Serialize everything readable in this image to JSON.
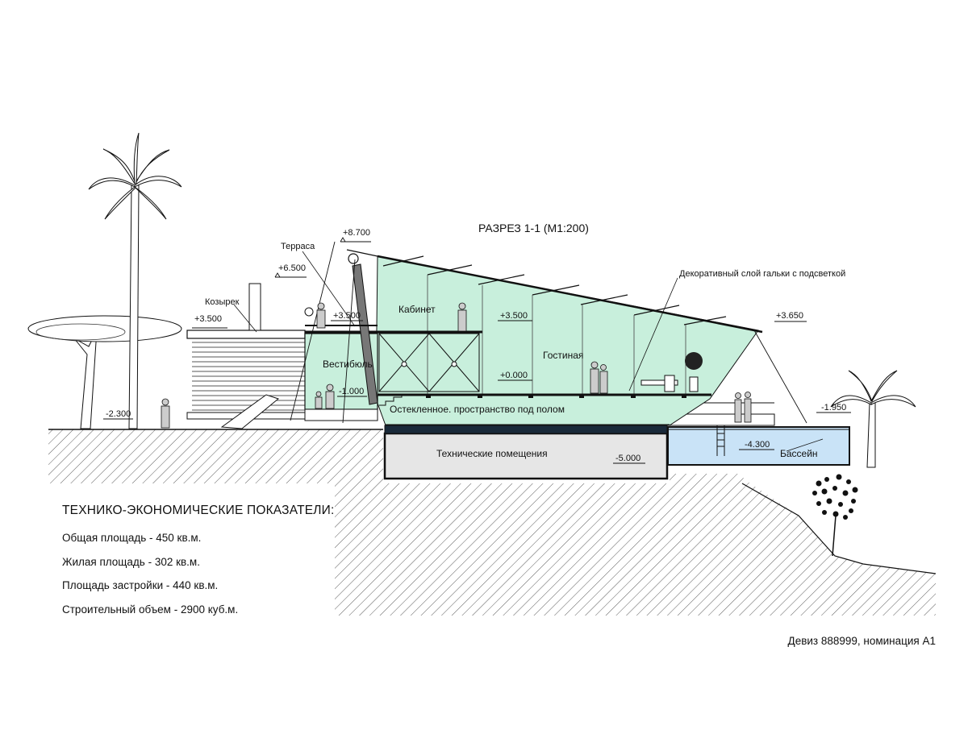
{
  "drawing": {
    "title": "РАЗРЕЗ 1-1 (М1:200)",
    "labels": {
      "terrace": "Терраса",
      "canopy": "Козырек",
      "office": "Кабинет",
      "vestibule": "Вестибюль",
      "living_room": "Гостиная",
      "glazed_space": "Остекленное. пространство под полом",
      "technical_rooms": "Технические помещения",
      "pool": "Бассейн",
      "pebble_layer": "Декоративный слой гальки с подсветкой"
    },
    "levels": {
      "top": "+8.700",
      "terrace": "+6.500",
      "canopy": "+3.500",
      "upper_floor_mid": "+3.500",
      "office_floor": "+3.500",
      "right_end": "+3.650",
      "zero": "+0.000",
      "vestibule_floor": "-1.000",
      "ground_left": "-2.300",
      "ground_right": "-1.950",
      "pool_bottom": "-4.300",
      "basement": "-5.000"
    }
  },
  "indicators": {
    "heading": "ТЕХНИКО-ЭКОНОМИЧЕСКИЕ ПОКАЗАТЕЛИ:",
    "items": [
      "Общая площадь - 450 кв.м.",
      "Жилая площадь - 302 кв.м.",
      "Площадь застройки - 440 кв.м.",
      "Строительный объем - 2900 куб.м."
    ]
  },
  "footer": {
    "motto": "Девиз 888999, номинация А1"
  },
  "colors": {
    "glazing": "#c8efdc",
    "pool": "#c9e3f7",
    "technical_fill": "#e6e6e6",
    "line": "#111111"
  }
}
